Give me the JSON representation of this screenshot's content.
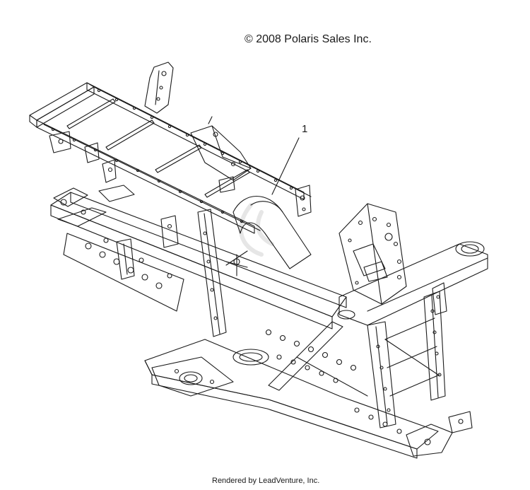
{
  "diagram": {
    "copyright": "© 2008 Polaris Sales Inc.",
    "footer": "Rendered by LeadVenture, Inc.",
    "callouts": [
      {
        "label": "1"
      }
    ]
  }
}
